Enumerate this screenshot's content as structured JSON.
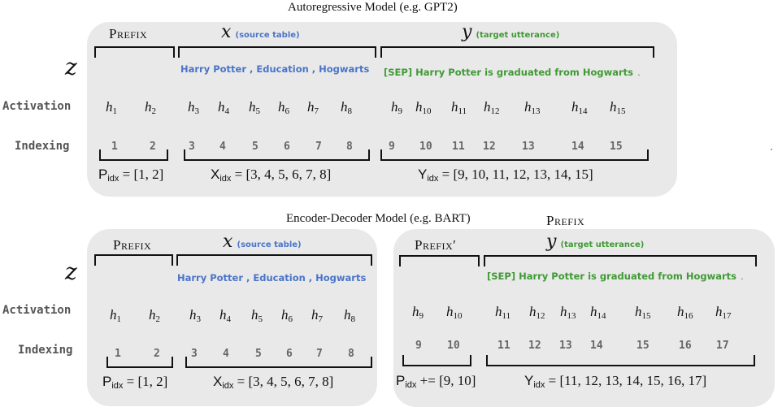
{
  "colors": {
    "panel_bg": "#e9e9e9",
    "source_blue": "#4a74c9",
    "target_green": "#3f9a34",
    "index_gray": "#666666",
    "row_label_gray": "#555555"
  },
  "autoregressive": {
    "title": "Autoregressive Model  (e.g. GPT2)",
    "z_label": "z",
    "row_labels": {
      "activation": "Activation",
      "indexing": "Indexing"
    },
    "prefix_label": "Prefix",
    "x_label": "x",
    "x_annotation": "(source table)",
    "y_label": "y",
    "y_annotation": "(target utterance)",
    "source_tokens": "Harry  Potter , Education ,  Hogwarts",
    "target_tokens": "[SEP]  Harry Potter  is  graduated  from  Hogwarts",
    "target_period": ".",
    "activations": [
      {
        "h": "h",
        "sub": "1"
      },
      {
        "h": "h",
        "sub": "2"
      },
      {
        "h": "h",
        "sub": "3"
      },
      {
        "h": "h",
        "sub": "4"
      },
      {
        "h": "h",
        "sub": "5"
      },
      {
        "h": "h",
        "sub": "6"
      },
      {
        "h": "h",
        "sub": "7"
      },
      {
        "h": "h",
        "sub": "8"
      },
      {
        "h": "h",
        "sub": "9"
      },
      {
        "h": "h",
        "sub": "10"
      },
      {
        "h": "h",
        "sub": "11"
      },
      {
        "h": "h",
        "sub": "12"
      },
      {
        "h": "h",
        "sub": "13"
      },
      {
        "h": "h",
        "sub": "14"
      },
      {
        "h": "h",
        "sub": "15"
      }
    ],
    "indices": [
      "1",
      "2",
      "3",
      "4",
      "5",
      "6",
      "7",
      "8",
      "9",
      "10",
      "11",
      "12",
      "13",
      "14",
      "15"
    ],
    "p_idx": {
      "sym": "P",
      "sub": "idx",
      "rest": " = [1, 2]"
    },
    "x_idx": {
      "sym": "X",
      "sub": "idx",
      "rest": " = [3, 4, 5, 6, 7, 8]"
    },
    "y_idx": {
      "sym": "Y",
      "sub": "idx",
      "rest": " = [9, 10, 11, 12, 13, 14, 15]"
    }
  },
  "encoder_decoder": {
    "title": "Encoder-Decoder Model  (e.g. BART)",
    "floating_prefix_label": "Prefix",
    "z_label": "z",
    "row_labels": {
      "activation": "Activation",
      "indexing": "Indexing"
    },
    "encoder": {
      "prefix_label": "Prefix",
      "x_label": "x",
      "x_annotation": "(source table)",
      "source_tokens": "Harry  Potter , Education ,  Hogwarts",
      "activations": [
        {
          "h": "h",
          "sub": "1"
        },
        {
          "h": "h",
          "sub": "2"
        },
        {
          "h": "h",
          "sub": "3"
        },
        {
          "h": "h",
          "sub": "4"
        },
        {
          "h": "h",
          "sub": "5"
        },
        {
          "h": "h",
          "sub": "6"
        },
        {
          "h": "h",
          "sub": "7"
        },
        {
          "h": "h",
          "sub": "8"
        }
      ],
      "indices": [
        "1",
        "2",
        "3",
        "4",
        "5",
        "6",
        "7",
        "8"
      ],
      "p_idx": {
        "sym": "P",
        "sub": "idx",
        "rest": " = [1, 2]"
      },
      "x_idx": {
        "sym": "X",
        "sub": "idx",
        "rest": " = [3, 4, 5, 6, 7, 8]"
      }
    },
    "decoder": {
      "prefix_label": "Prefix′",
      "y_label": "y",
      "y_annotation": "(target utterance)",
      "target_tokens": "[SEP]  Harry Potter  is  graduated  from  Hogwarts",
      "target_period": ".",
      "activations": [
        {
          "h": "h",
          "sub": "9"
        },
        {
          "h": "h",
          "sub": "10"
        },
        {
          "h": "h",
          "sub": "11"
        },
        {
          "h": "h",
          "sub": "12"
        },
        {
          "h": "h",
          "sub": "13"
        },
        {
          "h": "h",
          "sub": "14"
        },
        {
          "h": "h",
          "sub": "15"
        },
        {
          "h": "h",
          "sub": "16"
        },
        {
          "h": "h",
          "sub": "17"
        }
      ],
      "indices": [
        "9",
        "10",
        "11",
        "12",
        "13",
        "14",
        "15",
        "16",
        "17"
      ],
      "p_idx": {
        "sym": "P",
        "sub": "idx",
        "rest": " += [9, 10]"
      },
      "y_idx": {
        "sym": "Y",
        "sub": "idx",
        "rest": " = [11, 12, 13, 14, 15, 16, 17]"
      }
    }
  }
}
